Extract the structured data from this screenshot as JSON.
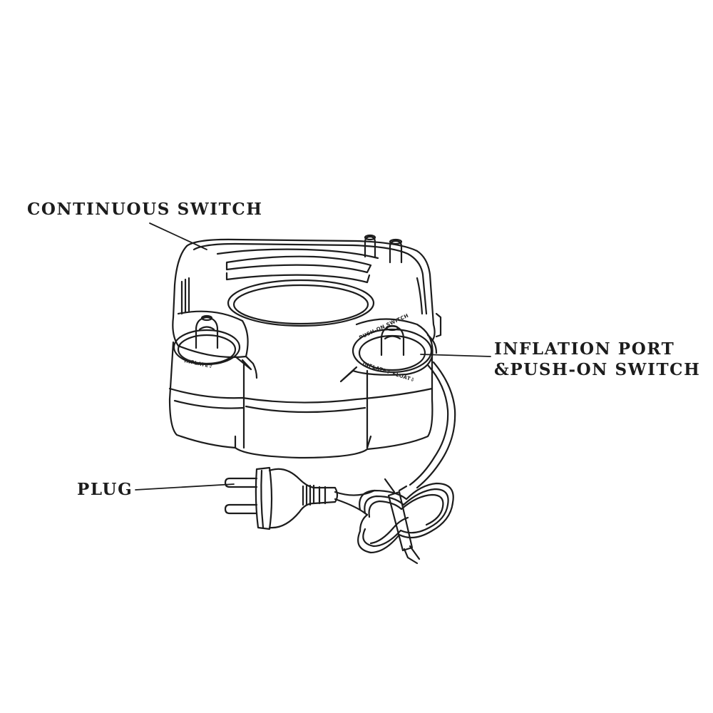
{
  "labels": {
    "continuous_switch": "CONTINUOUS SWITCH",
    "inflation_port_line1": "INFLATION PORT",
    "inflation_port_line2": "&PUSH-ON SWITCH",
    "plug": "PLUG"
  },
  "port_markings": {
    "left": "INFLATE⇧",
    "right_top": "PUSH-ON SWITCH",
    "right_bottom": "INFLATE⇧ FLOAT⇩"
  },
  "colors": {
    "line": "#1c1c1c",
    "background": "#ffffff"
  }
}
